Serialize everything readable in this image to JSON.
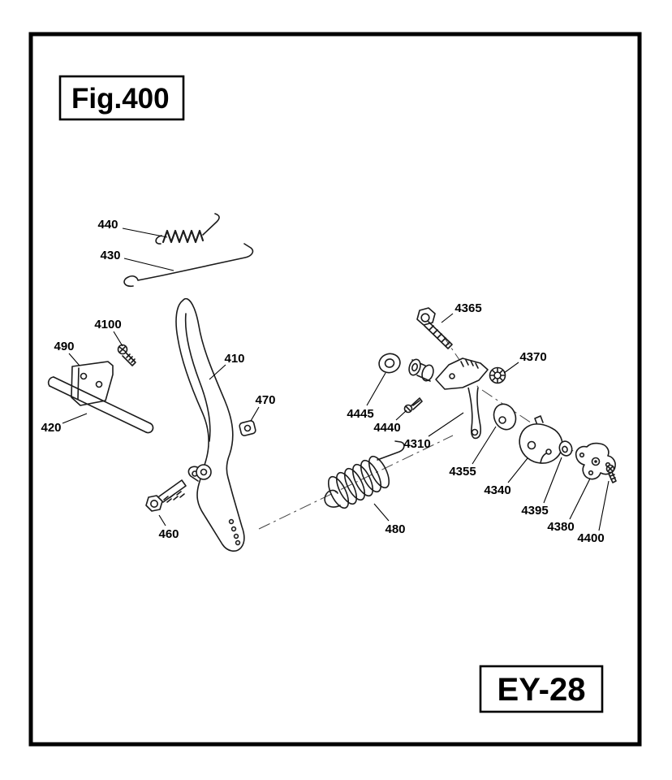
{
  "figure": {
    "title": "Fig.400",
    "model": "EY-28"
  },
  "parts": [
    {
      "number": "440",
      "label": [
        133,
        276
      ],
      "leader": [
        151,
        281,
        206,
        292
      ]
    },
    {
      "number": "430",
      "label": [
        136,
        314
      ],
      "leader": [
        153,
        318,
        214,
        333
      ]
    },
    {
      "number": "4100",
      "label": [
        133,
        399
      ],
      "leader": [
        140,
        408,
        151,
        426
      ]
    },
    {
      "number": "490",
      "label": [
        79,
        426
      ],
      "leader": [
        85,
        435,
        98,
        450
      ]
    },
    {
      "number": "410",
      "label": [
        289,
        441
      ],
      "leader": [
        278,
        449,
        258,
        467
      ]
    },
    {
      "number": "470",
      "label": [
        327,
        492
      ],
      "leader": [
        319,
        501,
        309,
        518
      ]
    },
    {
      "number": "420",
      "label": [
        63,
        526
      ],
      "leader": [
        77,
        521,
        107,
        509
      ]
    },
    {
      "number": "460",
      "label": [
        208,
        657
      ],
      "leader": [
        204,
        647,
        196,
        634
      ]
    },
    {
      "number": "480",
      "label": [
        487,
        651
      ],
      "leader": [
        479,
        641,
        461,
        620
      ]
    },
    {
      "number": "4365",
      "label": [
        577,
        379
      ],
      "leader": [
        558,
        386,
        544,
        397
      ]
    },
    {
      "number": "4370",
      "label": [
        657,
        439
      ],
      "leader": [
        639,
        446,
        621,
        459
      ]
    },
    {
      "number": "4445",
      "label": [
        444,
        509
      ],
      "leader": [
        452,
        499,
        475,
        459
      ]
    },
    {
      "number": "4440",
      "label": [
        477,
        526
      ],
      "leader": [
        488,
        517,
        501,
        505
      ]
    },
    {
      "number": "4310",
      "label": [
        514,
        546
      ],
      "leader": [
        528,
        537,
        571,
        508
      ]
    },
    {
      "number": "4355",
      "label": [
        570,
        580
      ],
      "leader": [
        582,
        571,
        611,
        525
      ]
    },
    {
      "number": "4340",
      "label": [
        613,
        603
      ],
      "leader": [
        626,
        594,
        650,
        564
      ]
    },
    {
      "number": "4395",
      "label": [
        659,
        628
      ],
      "leader": [
        670,
        619,
        692,
        563
      ]
    },
    {
      "number": "4380",
      "label": [
        691,
        648
      ],
      "leader": [
        702,
        639,
        727,
        589
      ]
    },
    {
      "number": "4400",
      "label": [
        728,
        662
      ],
      "leader": [
        738,
        653,
        750,
        592
      ]
    }
  ]
}
